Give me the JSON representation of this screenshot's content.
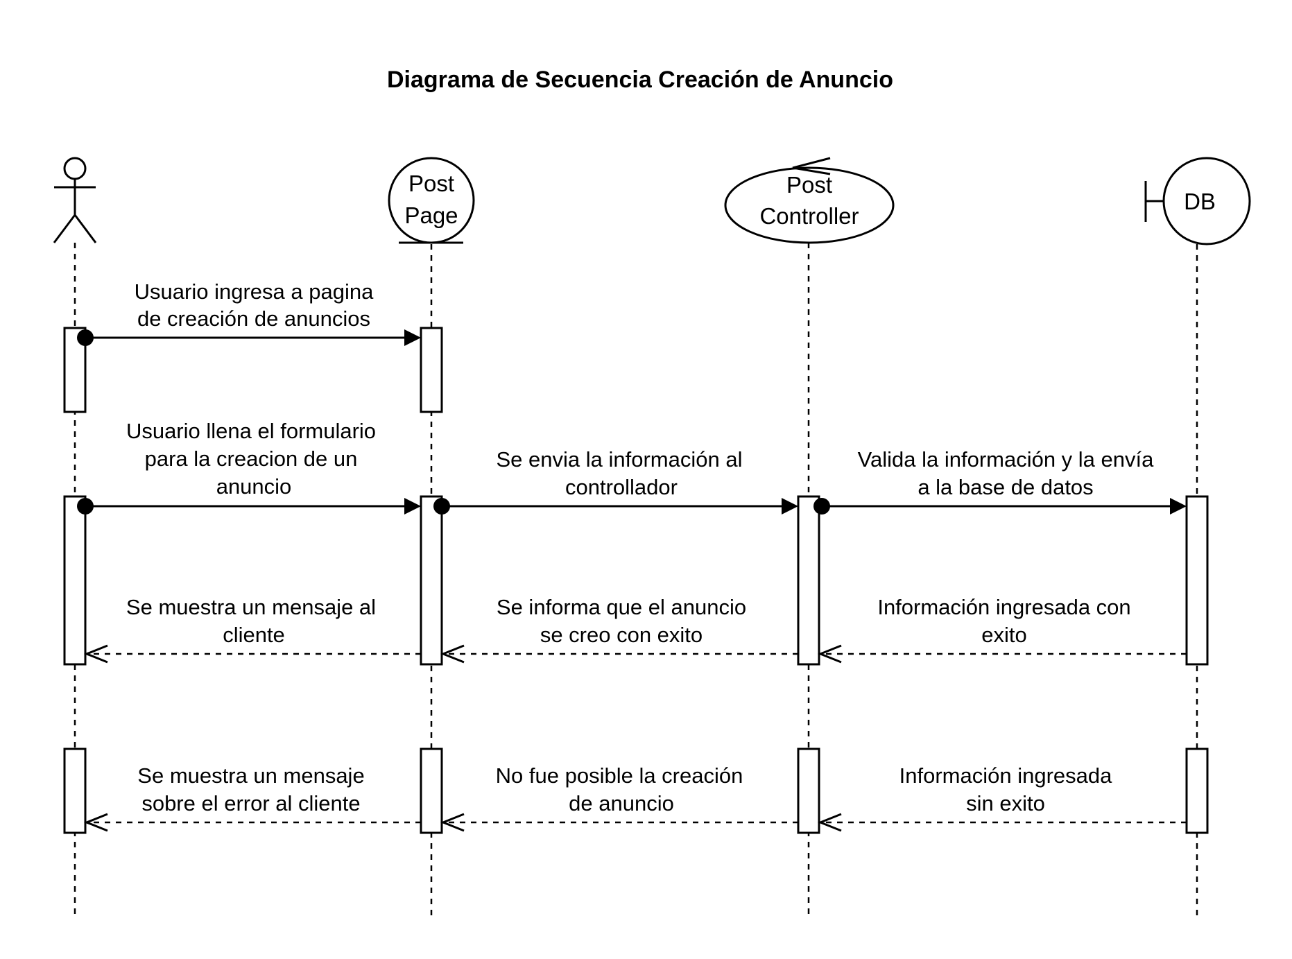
{
  "title": "Diagrama de Secuencia Creación de Anuncio",
  "participants": [
    {
      "id": "user",
      "kind": "actor",
      "label": ""
    },
    {
      "id": "page",
      "kind": "entity",
      "label_lines": [
        "Post",
        "Page"
      ]
    },
    {
      "id": "controller",
      "kind": "control",
      "label_lines": [
        "Post",
        "Controller"
      ]
    },
    {
      "id": "db",
      "kind": "boundary",
      "label": "DB"
    }
  ],
  "messages": [
    {
      "from": "user",
      "to": "page",
      "type": "sync",
      "lines": [
        "Usuario ingresa a pagina",
        "de creación de anuncios"
      ]
    },
    {
      "from": "user",
      "to": "page",
      "type": "sync",
      "lines": [
        "Usuario llena el formulario",
        "para la creacion de un",
        "anuncio"
      ]
    },
    {
      "from": "page",
      "to": "controller",
      "type": "sync",
      "lines": [
        "Se envia la información al",
        "controllador"
      ]
    },
    {
      "from": "controller",
      "to": "db",
      "type": "sync",
      "lines": [
        "Valida la información y la envía",
        "a la base de datos"
      ]
    },
    {
      "from": "db",
      "to": "controller",
      "type": "return",
      "lines": [
        "Información ingresada con",
        "exito"
      ]
    },
    {
      "from": "controller",
      "to": "page",
      "type": "return",
      "lines": [
        "Se informa que el anuncio",
        "se creo con exito"
      ]
    },
    {
      "from": "page",
      "to": "user",
      "type": "return",
      "lines": [
        "Se muestra un mensaje al",
        "cliente"
      ]
    },
    {
      "from": "db",
      "to": "controller",
      "type": "return",
      "lines": [
        "Información ingresada",
        "sin exito"
      ]
    },
    {
      "from": "controller",
      "to": "page",
      "type": "return",
      "lines": [
        "No fue posible la creación",
        "de anuncio"
      ]
    },
    {
      "from": "page",
      "to": "user",
      "type": "return",
      "lines": [
        "Se muestra un mensaje",
        "sobre el error al cliente"
      ]
    }
  ]
}
